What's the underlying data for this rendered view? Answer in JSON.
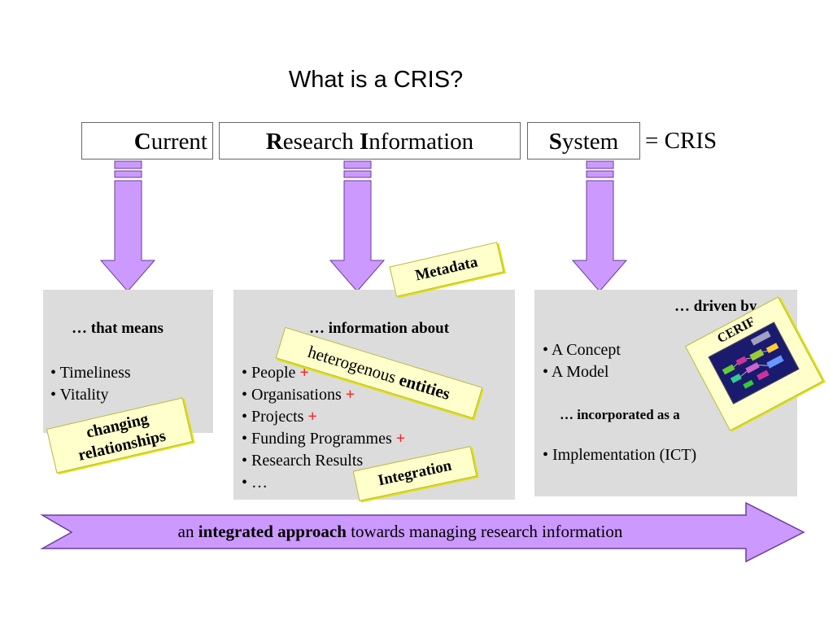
{
  "title": "What is a CRIS?",
  "acronym": {
    "current": {
      "initial": "C",
      "rest": "urrent"
    },
    "research": {
      "initial": "R",
      "rest": "esearch "
    },
    "information": {
      "initial": "I",
      "rest": "nformation"
    },
    "system": {
      "initial": "S",
      "rest": "ystem"
    },
    "equals": "= CRIS"
  },
  "panel_current": {
    "heading": "… that means",
    "items": [
      "• Timeliness",
      "• Vitality"
    ]
  },
  "panel_research": {
    "heading": "… information about",
    "items": [
      "• People",
      "• Organisations",
      "• Projects",
      "• Funding Programmes",
      "• Research Results",
      "• …"
    ],
    "plus": "+"
  },
  "panel_system": {
    "heading": "… driven by",
    "items": [
      "• A Concept",
      "• A Model"
    ],
    "subheading": "… incorporated as a",
    "impl": "• Implementation (ICT)"
  },
  "notes": {
    "metadata": "Metadata",
    "heterogenous_prefix": "heterogenous ",
    "heterogenous_bold": "entities",
    "changing_line1": "changing",
    "changing_line2": "relationships",
    "integration": "Integration",
    "cerif": "CERIF"
  },
  "banner": {
    "prefix": "an ",
    "bold": "integrated approach",
    "suffix": " towards managing research information"
  },
  "colors": {
    "arrow_fill": "#cc99ff",
    "arrow_stroke": "#6a3d9a",
    "panel": "#dcdcdc",
    "note_fill": "#ffffcc",
    "plus": "#ff2020"
  }
}
